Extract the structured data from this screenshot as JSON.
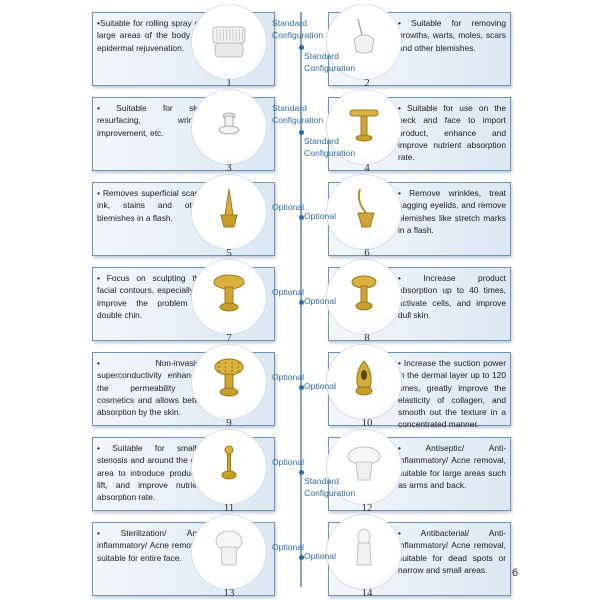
{
  "page_number": "6",
  "colors": {
    "label": "#2e6ea6",
    "card_border": "#6f93b6",
    "gold": "#c9a227",
    "white_tip": "#f2f2f2"
  },
  "rows": [
    {
      "left": {
        "number": "1",
        "icon": "roller-tip-icon",
        "text": "•Suitable for rolling spray on large areas of the body for epidermal rejuvenation.",
        "config": [
          "Standard",
          "Configuration"
        ]
      },
      "right": {
        "number": "2",
        "icon": "needle-tip-icon",
        "text": "• Suitable for removing growths, warts, moles, scars and other blemishes.",
        "config": [
          "Standard",
          "Configuration"
        ]
      }
    },
    {
      "left": {
        "number": "3",
        "icon": "small-cap-tip-icon",
        "text": "• Suitable for skin resurfacing, wrinkle improvement, etc.",
        "config": [
          "Standard",
          "Configuration"
        ]
      },
      "right": {
        "number": "4",
        "icon": "t-bar-tip-icon",
        "text": "• Suitable for use on the neck and face to import product, enhance and improve nutrient absorption rate.",
        "config": [
          "Standard",
          "Configuration"
        ]
      }
    },
    {
      "left": {
        "number": "5",
        "icon": "gold-spike-tip-icon",
        "text": "• Removes superficial scars, ink, stains and other blemishes in a flash.",
        "config": [
          "Optional"
        ]
      },
      "right": {
        "number": "6",
        "icon": "gold-bent-tip-icon",
        "text": "• Remove wrinkles, treat sagging eyelids, and remove blemishes like stretch marks in a flash.",
        "config": [
          "Optional"
        ]
      }
    },
    {
      "left": {
        "number": "7",
        "icon": "gold-mushroom-tip-icon",
        "text": "• Focus on sculpting the facial contours, especially to improve the problem of double chin.",
        "config": [
          "Optional"
        ]
      },
      "right": {
        "number": "8",
        "icon": "gold-cap-tip-icon",
        "text": "• Increase product absorption up to 40 times, activate cells, and improve dull skin.",
        "config": [
          "Optional"
        ]
      }
    },
    {
      "left": {
        "number": "9",
        "icon": "gold-dotted-tip-icon",
        "text": "• Non-invasive superconductivity enhances the permeability of cosmetics and allows better absorption by the skin.",
        "config": [
          "Optional"
        ]
      },
      "right": {
        "number": "10",
        "icon": "gold-suction-tip-icon",
        "text": "• Increase the suction power in the dermal layer up to 120 times, greatly improve the elasticity of collagen, and smooth out the texture in a concentrated manner.",
        "config": [
          "Optional"
        ]
      }
    },
    {
      "left": {
        "number": "11",
        "icon": "gold-ball-tip-icon",
        "text": "• Suitable for smaller stenosis and around the eye area to introduce products, lift, and improve nutrient absorption rate.",
        "config": [
          "Optional"
        ]
      },
      "right": {
        "number": "12",
        "icon": "white-cap-tip-icon",
        "text": "• Antiseptic/ Anti-inflammatory/ Acne removal, suitable for large areas such as arms and back.",
        "config": [
          "Standard",
          "Configuration"
        ]
      }
    },
    {
      "left": {
        "number": "13",
        "icon": "white-round-tip-icon",
        "text": "• Sterilization/ Anti-inflammatory/ Acne removal, suitable for entire face.",
        "config": [
          "Optional"
        ]
      },
      "right": {
        "number": "14",
        "icon": "white-narrow-tip-icon",
        "text": "• Antibacterial/ Anti-inflammatory/ Acne removal, suitable for dead spots or narrow and small areas.",
        "config": [
          "Optional"
        ]
      }
    }
  ]
}
